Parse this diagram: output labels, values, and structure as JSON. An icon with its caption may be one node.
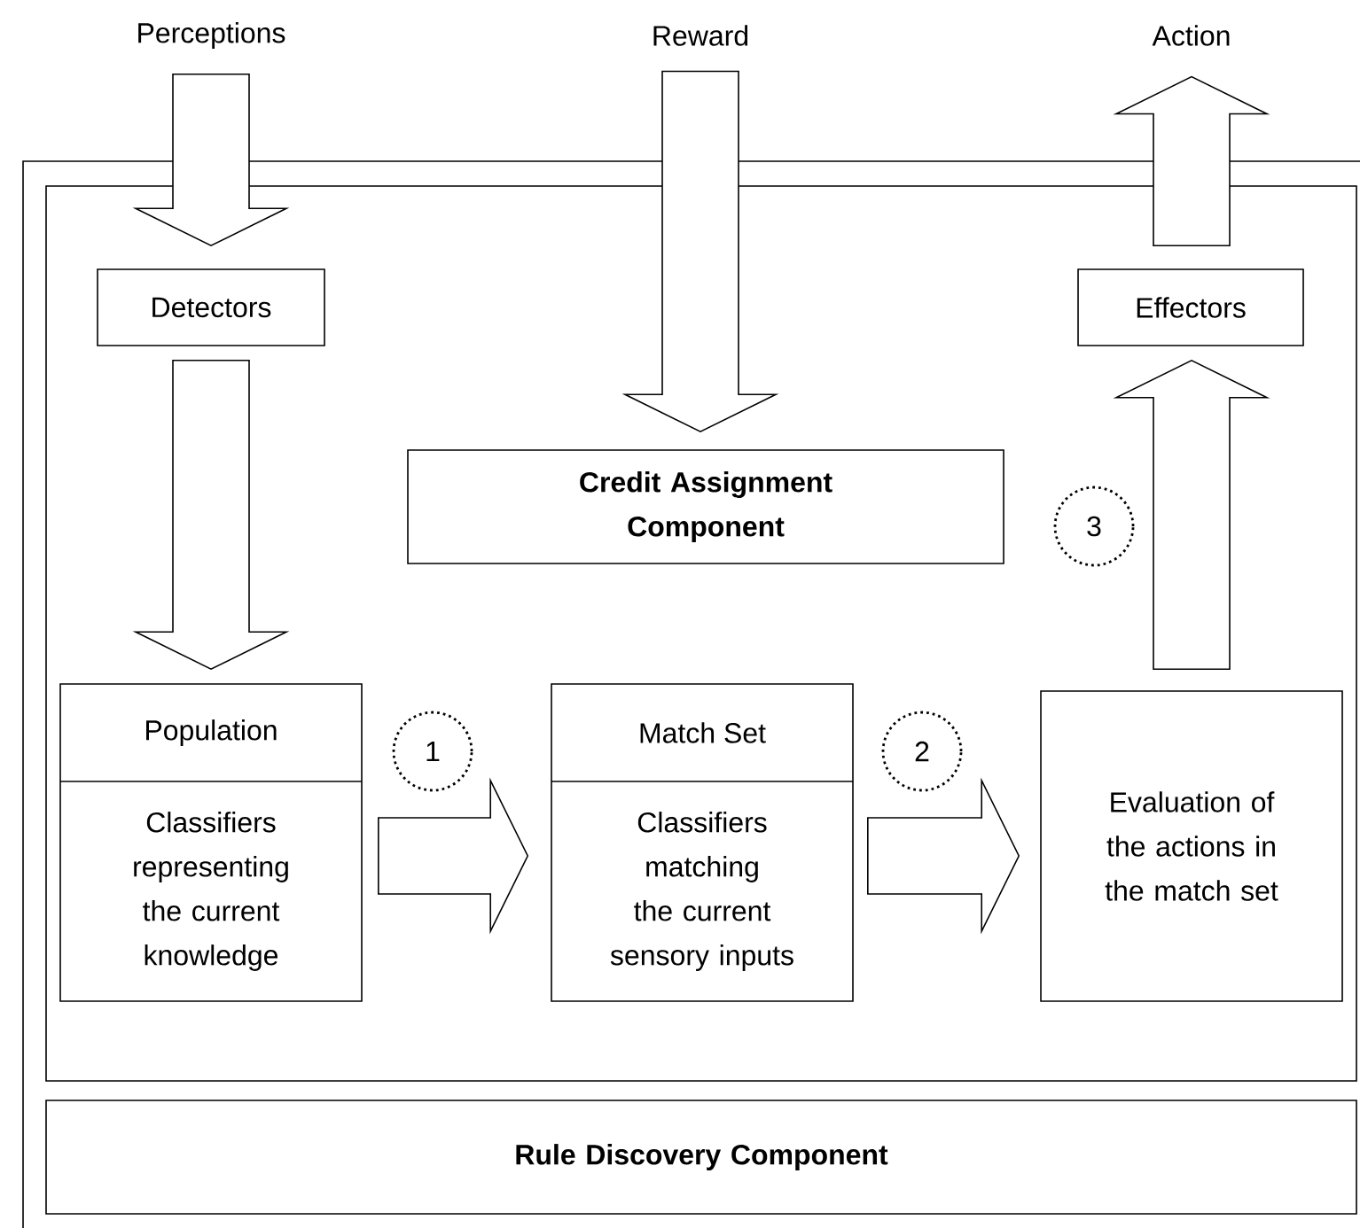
{
  "diagram": {
    "nodes": [
      {
        "text": [],
        "shape": "box"
      },
      {
        "text": [],
        "shape": "box",
        "in": 0
      },
      {
        "text": [
          "Perceptions"
        ]
      },
      {
        "text": [
          "Reward"
        ]
      },
      {
        "text": [
          "Action"
        ]
      },
      {
        "text": [
          "Detectors"
        ],
        "in": 1
      },
      {
        "text": [
          "Effectors"
        ],
        "in": 1
      },
      {
        "text": [
          "Credit Assignment Component"
        ],
        "in": 1
      },
      {
        "text": [
          "3"
        ],
        "in": 1
      },
      {
        "text": [
          "Population",
          "Classifiers representing the current knowledge"
        ],
        "in": 1
      },
      {
        "text": [
          "1"
        ],
        "in": 1
      },
      {
        "text": [
          "Match Set",
          "Classifiers matching the current sensory inputs"
        ],
        "in": 1
      },
      {
        "text": [
          "2"
        ],
        "in": 1
      },
      {
        "text": [
          "Evaluation of the actions in the match set"
        ],
        "in": 1
      },
      {
        "text": [
          "Rule Discovery Component"
        ],
        "in": 0
      }
    ],
    "edges": [
      {
        "from": 2,
        "to": 5,
        "arrow": "to"
      },
      {
        "from": 3,
        "to": 7,
        "arrow": "to"
      },
      {
        "from": 6,
        "to": 4,
        "arrow": "to"
      },
      {
        "from": 5,
        "to": 9,
        "arrow": "to"
      },
      {
        "from": 13,
        "to": 6,
        "arrow": "to"
      },
      {
        "from": 9,
        "to": 11,
        "arrow": "to"
      },
      {
        "from": 11,
        "to": 13,
        "arrow": "to"
      }
    ]
  }
}
